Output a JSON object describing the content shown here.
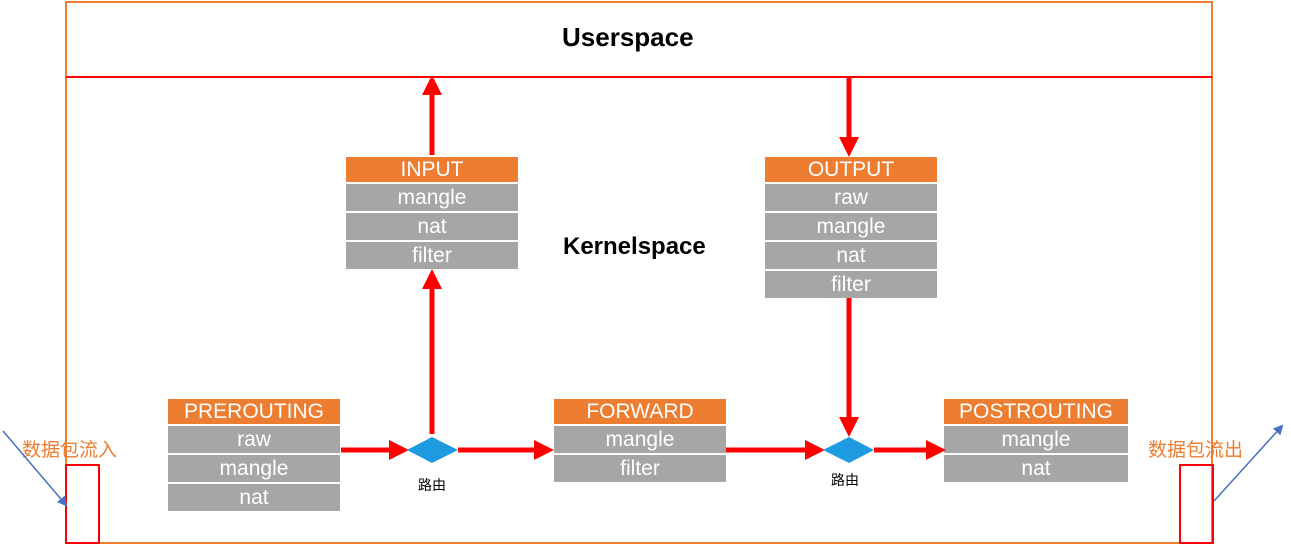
{
  "userspace_label": "Userspace",
  "kernelspace_label": "Kernelspace",
  "chains": {
    "input": {
      "name": "INPUT",
      "tables": [
        "mangle",
        "nat",
        "filter"
      ]
    },
    "output": {
      "name": "OUTPUT",
      "tables": [
        "raw",
        "mangle",
        "nat",
        "filter"
      ]
    },
    "prerouting": {
      "name": "PREROUTING",
      "tables": [
        "raw",
        "mangle",
        "nat"
      ]
    },
    "forward": {
      "name": "FORWARD",
      "tables": [
        "mangle",
        "filter"
      ]
    },
    "postrouting": {
      "name": "POSTROUTING",
      "tables": [
        "mangle",
        "nat"
      ]
    }
  },
  "routing_label": "路由",
  "packet_in_label": "数据包流入",
  "packet_out_label": "数据包流出",
  "colors": {
    "chain_header": "#ed7d31",
    "chain_table": "#a6a6a6",
    "arrow": "#ff0000",
    "router": "#1e9be0",
    "border": "#ed7d31",
    "packet_arrow": "#4472c4"
  }
}
